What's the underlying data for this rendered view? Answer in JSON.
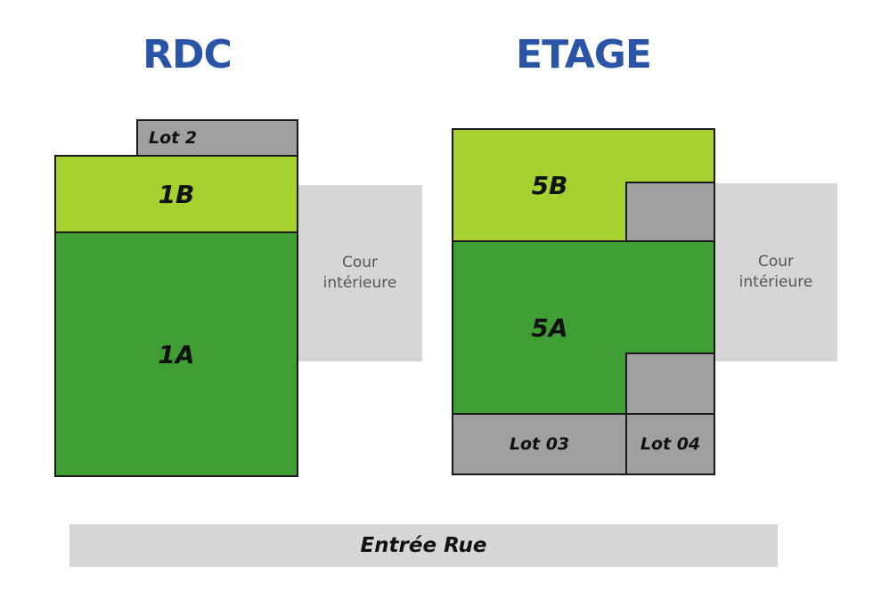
{
  "headings": {
    "rdc": "RDC",
    "etage": "ETAGE"
  },
  "rdc": {
    "lot2": "Lot 2",
    "lot1b": "1B",
    "lot1a": "1A",
    "court_line1": "Cour",
    "court_line2": "intérieure"
  },
  "etage": {
    "lot5b": "5B",
    "lot5a": "5A",
    "lot03": "Lot 03",
    "lot04": "Lot 04",
    "court_line1": "Cour",
    "court_line2": "intérieure"
  },
  "entrance": "Entrée Rue",
  "colors": {
    "title": "#2a55a6",
    "lot_green_light": "#a6d12f",
    "lot_green_dark": "#3f9f35",
    "lot_gray": "#a0a0a0",
    "court_gray": "#d6d6d6"
  }
}
